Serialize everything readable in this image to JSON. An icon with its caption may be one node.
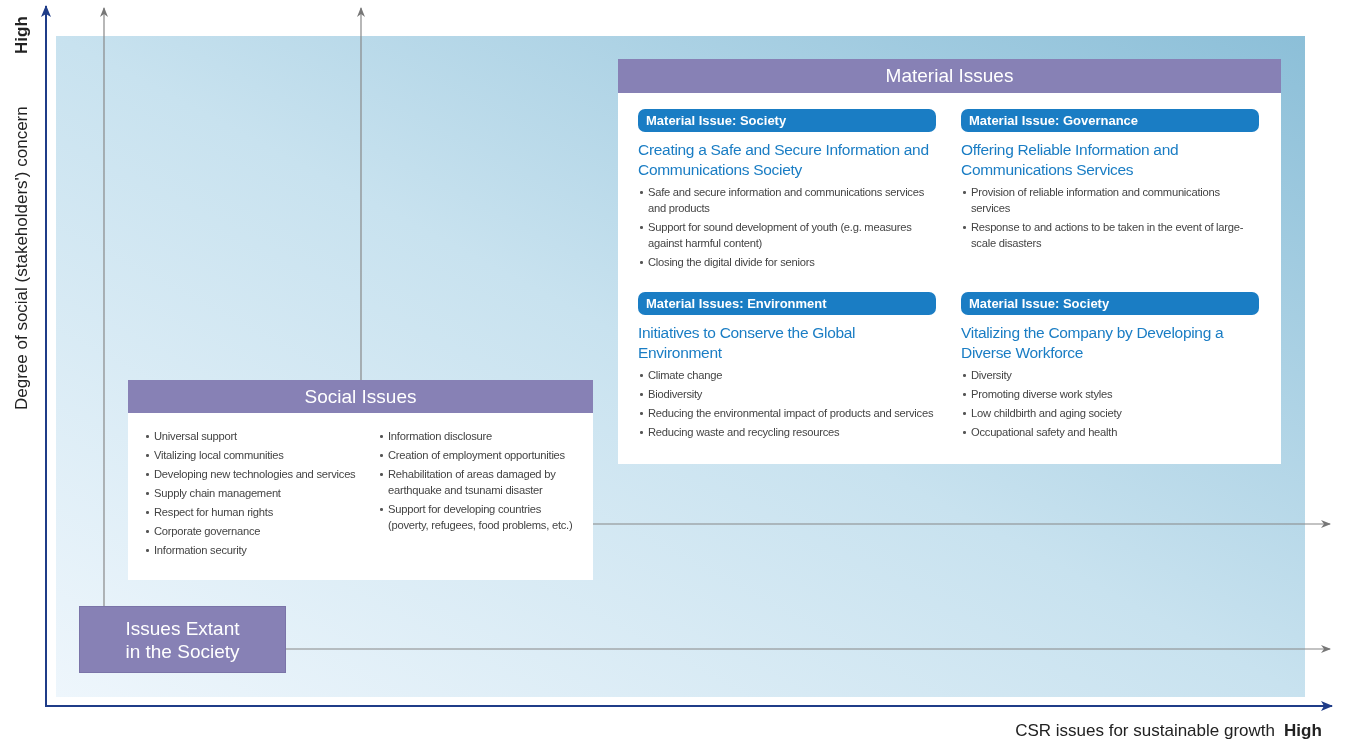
{
  "diagram": {
    "nodes": [
      {
        "text": [
          "Material Issues"
        ]
      },
      {
        "text": [
          "Material Issue: Society",
          "Creating a Safe and Secure Information and Communications Society",
          "Safe and secure information and communications services and products",
          "Support for sound development of youth (e.g. measures against harmful content)",
          "Closing the digital divide for seniors"
        ],
        "in": 0
      },
      {
        "text": [
          "Material Issue: Governance",
          "Offering Reliable Information and Communications Services",
          "Provision of reliable information and communications services",
          "Response to and actions to be taken in the event of large-scale disasters"
        ],
        "in": 0
      },
      {
        "text": [
          "Material Issues: Environment",
          "Initiatives to Conserve the Global Environment",
          "Climate change",
          "Biodiversity",
          "Reducing the environmental impact of products and services",
          "Reducing waste and recycling resources"
        ],
        "in": 0
      },
      {
        "text": [
          "Material Issue: Society",
          "Vitalizing the Company by Developing a Diverse Workforce",
          "Diversity",
          "Promoting diverse work styles",
          "Low childbirth and aging society",
          "Occupational safety and health"
        ],
        "in": 0
      },
      {
        "text": [
          "Social Issues",
          "Universal support",
          "Vitalizing local communities",
          "Developing new technologies and services",
          "Supply chain management",
          "Respect for human rights",
          "Corporate governance",
          "Information security",
          "Information disclosure",
          "Creation of employment opportunities",
          "Rehabilitation of areas damaged by earthquake and tsunami disaster",
          "Support for developing countries (poverty, refugees, food problems, etc.)"
        ]
      },
      {
        "text": [
          "Issues Extant in the Society"
        ]
      }
    ],
    "edges": [
      {
        "from": 6,
        "to": null,
        "arrow": "to"
      },
      {
        "from": 5,
        "to": null,
        "arrow": "to"
      },
      {
        "from": 5,
        "to": null,
        "arrow": "to"
      },
      {
        "from": 6,
        "to": null,
        "arrow": "to"
      }
    ],
    "labels": [
      "High",
      "Degree of social (stakeholders') concern",
      "CSR issues for sustainable growth",
      "High"
    ]
  }
}
